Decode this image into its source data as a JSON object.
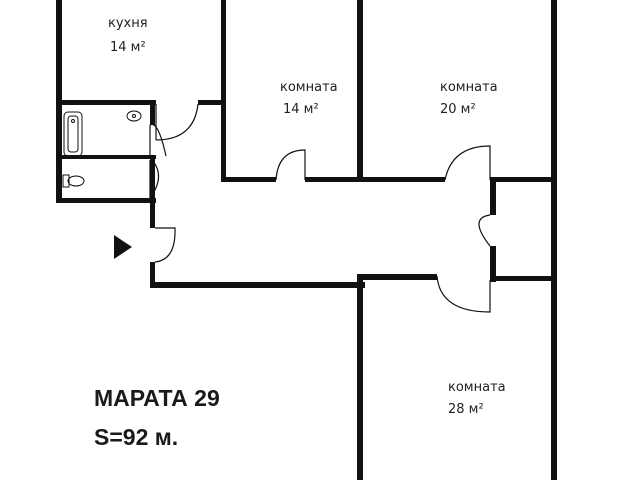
{
  "rooms": {
    "kitchen": {
      "name": "кухня",
      "area": "14 м²"
    },
    "room_1": {
      "name": "комната",
      "area": "14 м²"
    },
    "room_2": {
      "name": "комната",
      "area": "20 м²"
    },
    "room_3": {
      "name": "комната",
      "area": "28 м²"
    }
  },
  "address": "МАРАТА 29",
  "total_area": "S=92 м.",
  "icons": {
    "entrance": "entrance-arrow-icon",
    "bathtub": "bathtub-icon",
    "sink": "sink-icon",
    "toilet": "toilet-icon"
  },
  "colors": {
    "wall": "#111111",
    "background": "#ffffff"
  }
}
